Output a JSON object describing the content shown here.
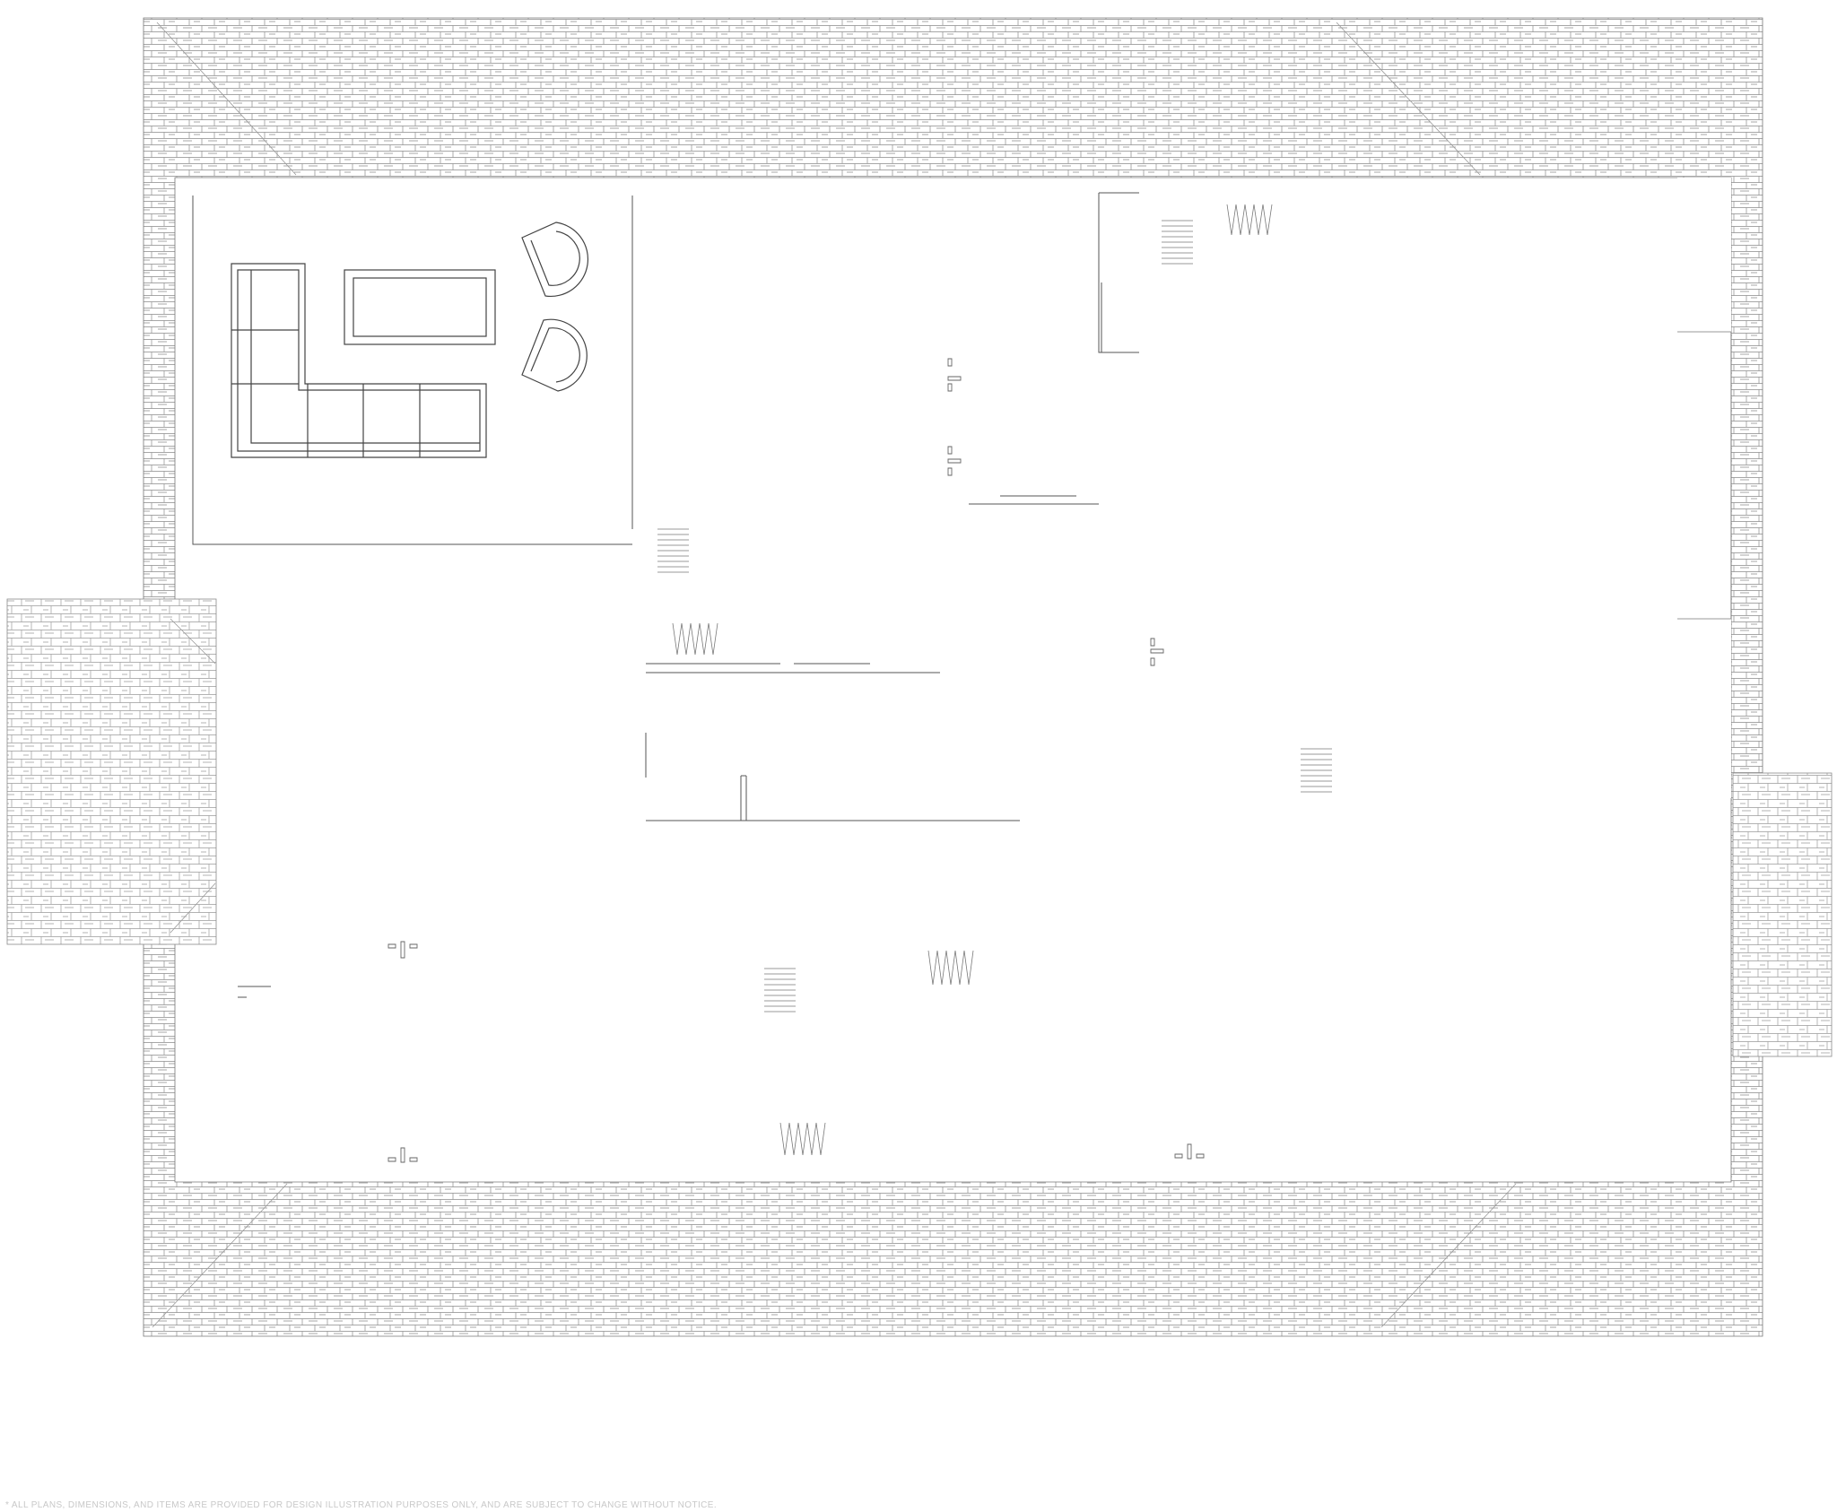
{
  "plan": {
    "disclaimer": "* ALL PLANS, DIMENSIONS, AND ITEMS ARE PROVIDED FOR DESIGN ILLUSTRATION PURPOSES ONLY, AND ARE SUBJECT TO CHANGE WITHOUT NOTICE.",
    "colors": {
      "line": "#555555",
      "pattern": "#8a8a8a",
      "furniture": "#444444",
      "text": "#c8c8c8"
    },
    "elements": [
      "paver-border",
      "lounge-area-rug",
      "sectional-sofa",
      "coffee-table",
      "armchair",
      "armchair",
      "planter",
      "light-fixture",
      "counter-line",
      "partition-wall"
    ]
  }
}
